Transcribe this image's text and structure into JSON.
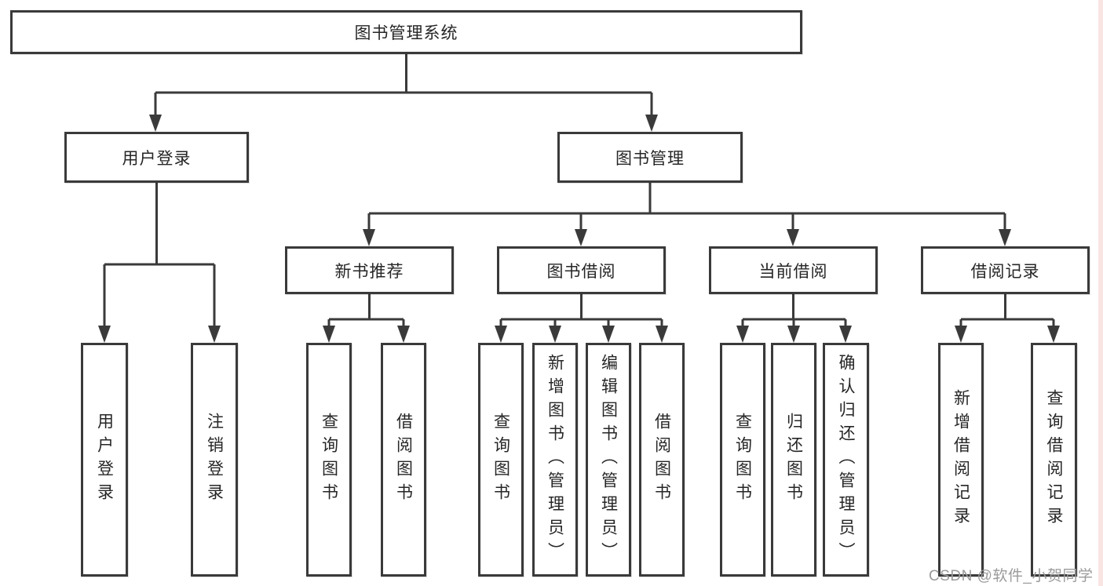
{
  "tree": {
    "root": {
      "label": "图书管理系统"
    },
    "branches": [
      {
        "label": "用户登录",
        "children": [
          {
            "label": "用户登录"
          },
          {
            "label": "注销登录"
          }
        ]
      },
      {
        "label": "图书管理",
        "children": [
          {
            "label": "新书推荐",
            "children": [
              {
                "label": "查询图书"
              },
              {
                "label": "借阅图书"
              }
            ]
          },
          {
            "label": "图书借阅",
            "children": [
              {
                "label": "查询图书"
              },
              {
                "label": "新增图书（管理员）"
              },
              {
                "label": "编辑图书（管理员）"
              },
              {
                "label": "借阅图书"
              }
            ]
          },
          {
            "label": "当前借阅",
            "children": [
              {
                "label": "查询图书"
              },
              {
                "label": "归还图书"
              },
              {
                "label": "确认归还（管理员）"
              }
            ]
          },
          {
            "label": "借阅记录",
            "children": [
              {
                "label": "新增借阅记录"
              },
              {
                "label": "查询借阅记录"
              }
            ]
          }
        ]
      }
    ]
  },
  "watermark": {
    "text": "CSDN @软件_小贺同学"
  },
  "colors": {
    "line": "#3a3a3a",
    "box_border": "#3a3a3a",
    "text": "#262626",
    "background": "#ffffff",
    "watermark_text": "#9b9b9b",
    "right_edge_strip": "#f9e4e4"
  }
}
